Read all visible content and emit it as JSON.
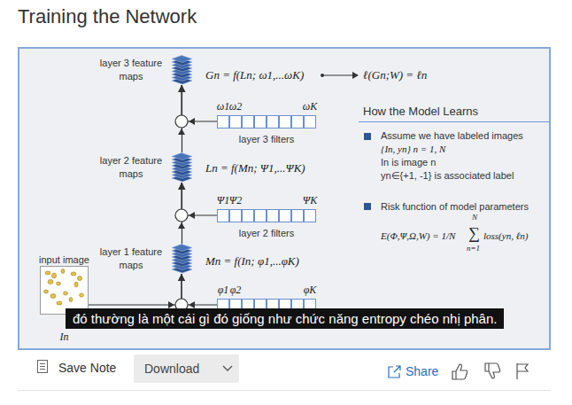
{
  "diagram": {
    "title": "Training the Network",
    "nodes": [
      {
        "text": [
          "layer 3 feature maps"
        ]
      },
      {
        "text": [
          "ω1",
          "ω2",
          "ωK",
          "layer 3 filters"
        ]
      },
      {
        "text": [
          "layer 2 feature maps"
        ]
      },
      {
        "text": [
          "Ψ1",
          "Ψ2",
          "ΨK",
          "layer 2 filters"
        ]
      },
      {
        "text": [
          "layer 1 feature maps"
        ]
      },
      {
        "text": [
          "input image",
          "In"
        ]
      },
      {
        "text": [
          "φ1",
          "φ2",
          "φK"
        ]
      },
      {
        "text": [
          "đó thường là một cái gì đó giống như chức năng entropy chéo nhị phân."
        ]
      },
      {
        "text": [
          "Download"
        ]
      }
    ],
    "edges": [
      {
        "from": 5,
        "to": 4,
        "arrow": "to"
      },
      {
        "from": 6,
        "to": 4,
        "arrow": "to"
      },
      {
        "from": 4,
        "to": 2,
        "arrow": "to"
      },
      {
        "from": 3,
        "to": 2,
        "arrow": "to"
      },
      {
        "from": 2,
        "to": 0,
        "arrow": "to"
      },
      {
        "from": 1,
        "to": 0,
        "arrow": "to"
      }
    ],
    "labels": [
      "Gn = f(Ln; ω1,...ωK)",
      "ℓ(Gn;W) = ℓn",
      "Ln = f(Mn; Ψ1,...ΨK)",
      "Mn = f(In; φ1,...φK)",
      "How the Model Learns",
      "Assume we have labeled images",
      "{In, yn} n = 1, N",
      "In is image n",
      "yn∈{+1, -1} is associated label",
      "Risk function of model parameters",
      "E(Φ,Ψ,Ω,W) = 1/N",
      "N",
      "∑",
      "n=1",
      "loss(yn, ℓn)",
      "Save Note",
      "Share"
    ]
  }
}
